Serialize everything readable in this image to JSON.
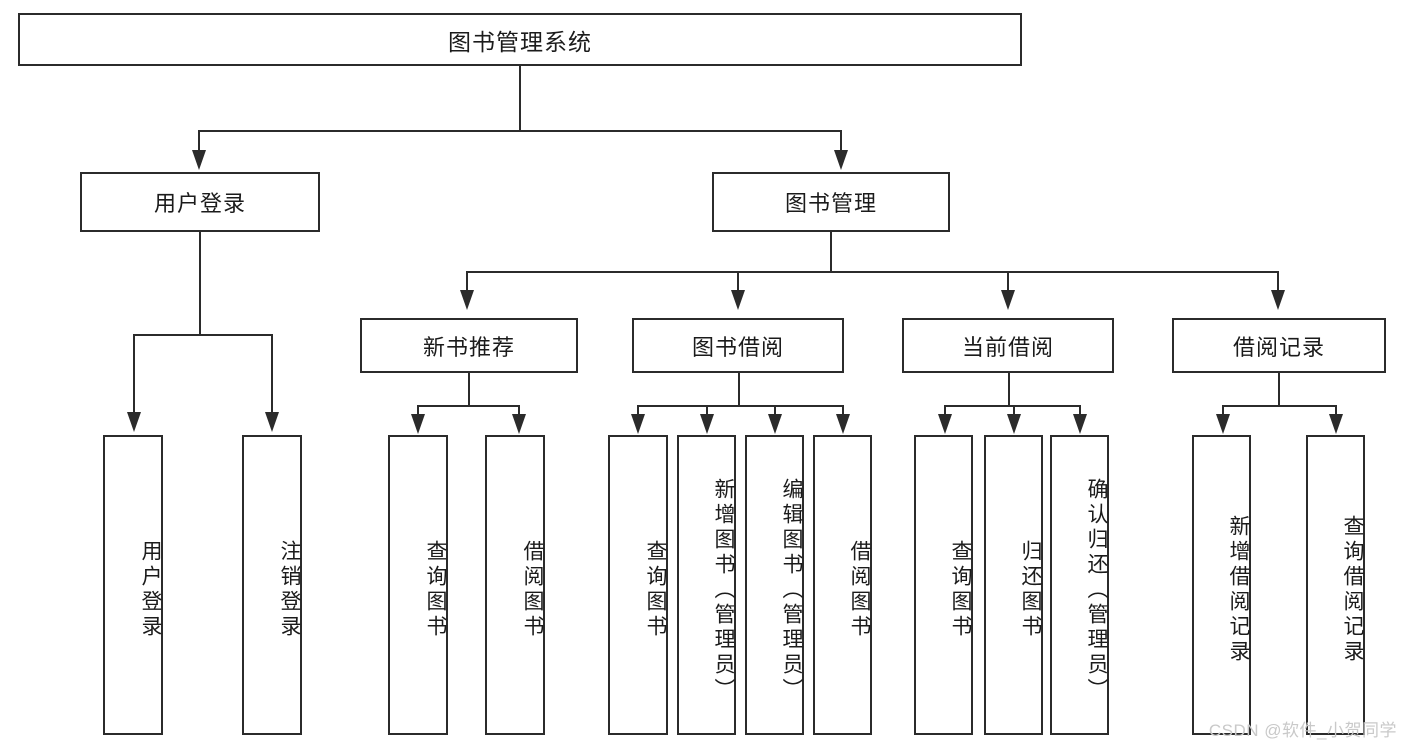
{
  "diagram": {
    "type": "tree-hierarchy-functional-decomposition",
    "root": {
      "id": "root",
      "label": "图书管理系统"
    },
    "level1": [
      {
        "id": "user-login",
        "label": "用户登录"
      },
      {
        "id": "book-management",
        "label": "图书管理"
      }
    ],
    "level2": [
      {
        "id": "new-book-recommend",
        "label": "新书推荐",
        "parent": "book-management"
      },
      {
        "id": "book-borrow",
        "label": "图书借阅",
        "parent": "book-management"
      },
      {
        "id": "current-borrow",
        "label": "当前借阅",
        "parent": "book-management"
      },
      {
        "id": "borrow-record",
        "label": "借阅记录",
        "parent": "book-management"
      }
    ],
    "leaves": [
      {
        "id": "leaf-user-login",
        "label": "用户登录",
        "parent": "user-login"
      },
      {
        "id": "leaf-logout-login",
        "label": "注销登录",
        "parent": "user-login"
      },
      {
        "id": "leaf-query-book-1",
        "label": "查询图书",
        "parent": "new-book-recommend"
      },
      {
        "id": "leaf-borrow-book-1",
        "label": "借阅图书",
        "parent": "new-book-recommend"
      },
      {
        "id": "leaf-query-book-2",
        "label": "查询图书",
        "parent": "book-borrow"
      },
      {
        "id": "leaf-add-book",
        "label": "新增图书（管理员）",
        "parent": "book-borrow"
      },
      {
        "id": "leaf-edit-book",
        "label": "编辑图书（管理员）",
        "parent": "book-borrow"
      },
      {
        "id": "leaf-borrow-book-2",
        "label": "借阅图书",
        "parent": "book-borrow"
      },
      {
        "id": "leaf-query-book-3",
        "label": "查询图书",
        "parent": "current-borrow"
      },
      {
        "id": "leaf-return-book",
        "label": "归还图书",
        "parent": "current-borrow"
      },
      {
        "id": "leaf-confirm-return",
        "label": "确认归还（管理员）",
        "parent": "current-borrow"
      },
      {
        "id": "leaf-add-borrow-record",
        "label": "新增借阅记录",
        "parent": "borrow-record"
      },
      {
        "id": "leaf-query-borrow-record",
        "label": "查询借阅记录",
        "parent": "borrow-record"
      }
    ]
  },
  "watermark": {
    "text": "CSDN @软件_小贺同学"
  },
  "colors": {
    "stroke": "#2b2b2b",
    "fill": "#ffffff",
    "text": "#1b1b1b",
    "watermark": "#c9c9c9"
  }
}
